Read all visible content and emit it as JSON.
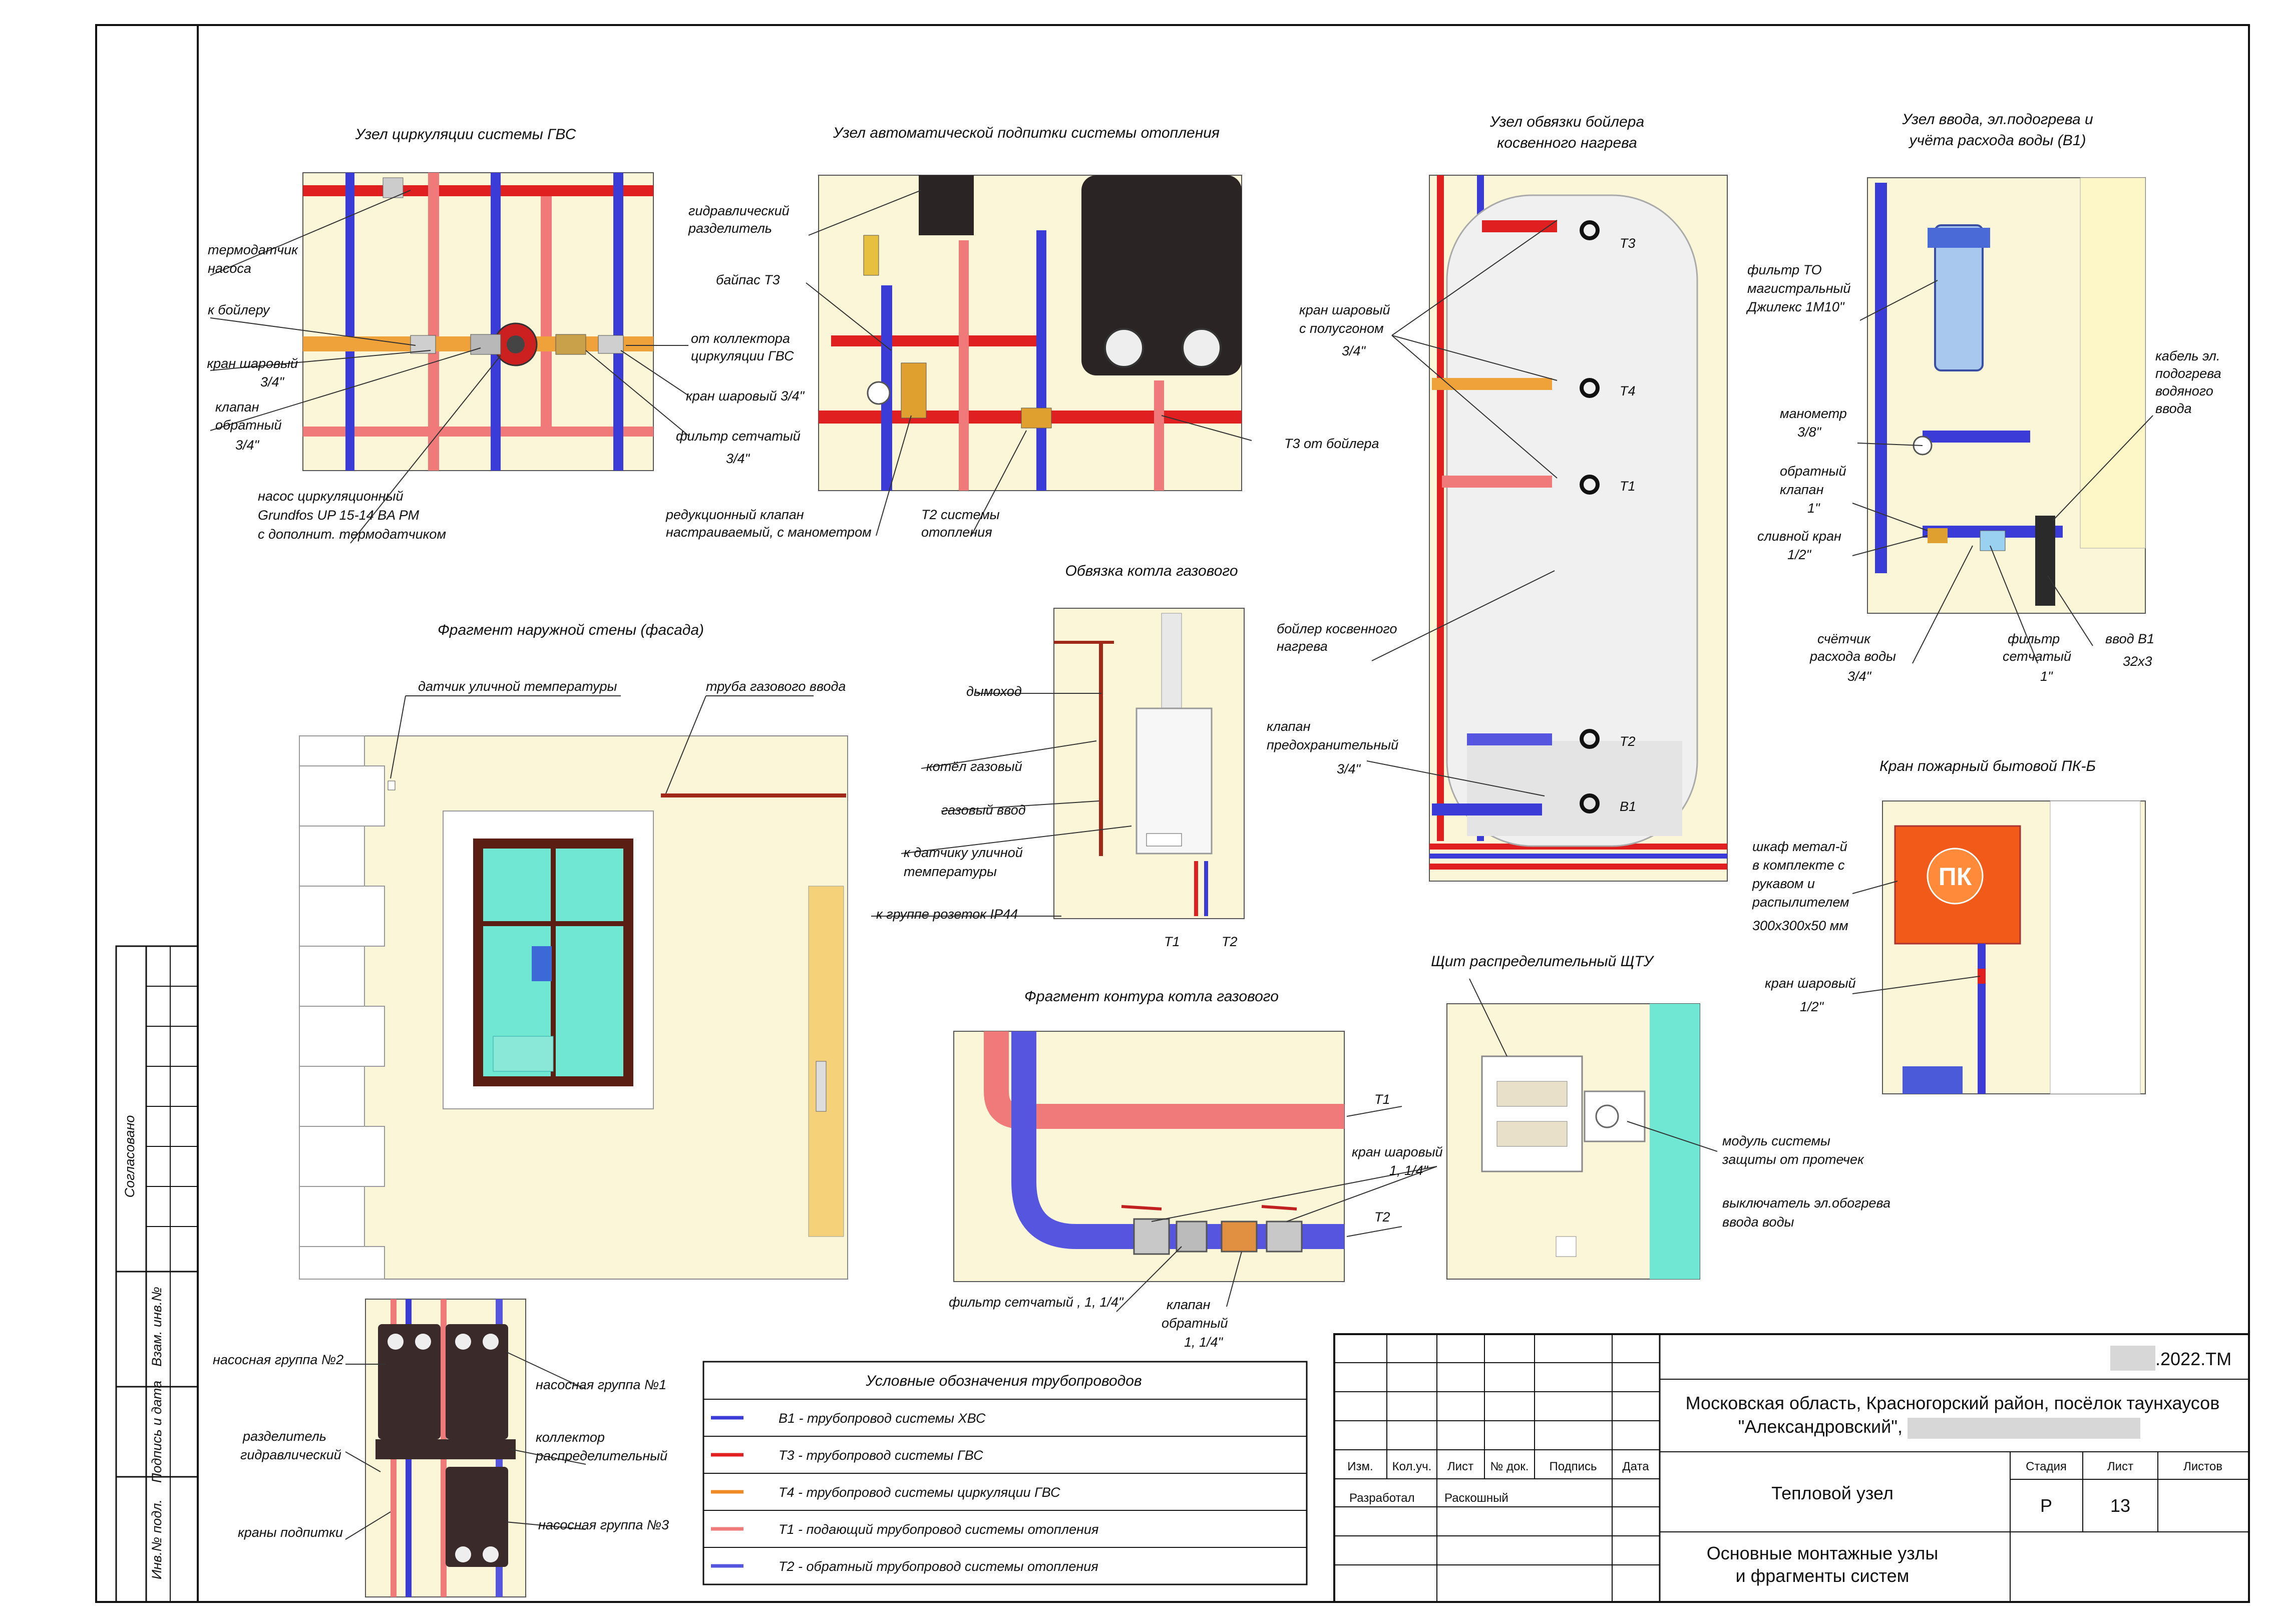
{
  "colors": {
    "cold_water": "#3b3bd8",
    "hot_water": "#e02020",
    "recirc": "#f08a25",
    "supply_heat": "#f07a7a",
    "return_heat": "#5555e0",
    "wall_yellow": "#fbf5c0",
    "boiler_white": "#f2f2f2",
    "cabinet_orange": "#f25a1a",
    "window_frame": "#5b1e12",
    "window_glass": "#6fe7d2"
  },
  "sheet": {
    "margin_label": "Согласовано",
    "side_stamp": [
      "Взам. инв.№",
      "Подпись и дата",
      "Инв.№ подл."
    ]
  },
  "sections": {
    "gvs": {
      "title": "Узел циркуляции системы ГВС",
      "labels": {
        "sensor": [
          "термодатчик",
          "насоса"
        ],
        "to_boiler": "к бойлеру",
        "ball_valve": [
          "кран шаровый",
          "3/4\""
        ],
        "check_valve": [
          "клапан",
          "обратный",
          "3/4\""
        ],
        "pump": [
          "насос циркуляционный",
          "Grundfos UP 15-14 BA PM",
          "с дополнит. термодатчиком"
        ],
        "from_collector": [
          "от коллектора",
          "циркуляции ГВС"
        ],
        "ball_valve_r": "кран шаровый 3/4\"",
        "filter": [
          "фильтр сетчатый",
          "3/4\""
        ]
      }
    },
    "makeup": {
      "title": "Узел автоматической подпитки системы отопления",
      "labels": {
        "separator": [
          "гидравлический",
          "разделитель"
        ],
        "bypass": "байпас Т3",
        "t3_boiler": "Т3 от бойлера",
        "reducer": [
          "редукционный клапан",
          "настраиваемый, с манометром"
        ],
        "t2": [
          "Т2 системы",
          "отопления"
        ]
      }
    },
    "boiler": {
      "title": [
        "Узел обвязки бойлера",
        "косвенного нагрева"
      ],
      "labels": {
        "ball_valve": [
          "кран шаровый",
          "с полусгоном",
          "3/4\""
        ],
        "boiler": [
          "бойлер косвенного",
          "нагрева"
        ],
        "safety": [
          "клапан",
          "предохранительный",
          "3/4\""
        ]
      },
      "ports": [
        "Т3",
        "Т4",
        "Т1",
        "Т2",
        "В1"
      ]
    },
    "inlet": {
      "title": [
        "Узел ввода, эл.подогрева и",
        "учёта расхода воды (В1)"
      ],
      "labels": {
        "filter": [
          "фильтр ТО",
          "магистральный",
          "Джилекс 1М10\""
        ],
        "cable": [
          "кабель эл.",
          "подогрева",
          "водяного",
          "ввода"
        ],
        "manometer": [
          "манометр",
          "3/8\""
        ],
        "check": [
          "обратный",
          "клапан",
          "1\""
        ],
        "drain": [
          "сливной кран",
          "1/2\""
        ],
        "meter": [
          "счётчик",
          "расхода воды",
          "3/4\""
        ],
        "strainer": [
          "фильтр",
          "сетчатый",
          "1\""
        ],
        "input": [
          "ввод В1",
          "32х3"
        ]
      }
    },
    "gas_boiler": {
      "title": "Обвязка котла газового",
      "labels": {
        "flue": "дымоход",
        "boiler": "котёл газовый",
        "gas_in": "газовый ввод",
        "sensor": [
          "к датчику уличной",
          "температуры"
        ],
        "sockets": "к группе розеток IP44",
        "t1": "Т1",
        "t2": "Т2"
      }
    },
    "facade": {
      "title": "Фрагмент наружной стены  (фасада)",
      "labels": {
        "sensor": "датчик уличной температуры",
        "gas_pipe": "труба газового ввода"
      }
    },
    "fire": {
      "title": "Кран пожарный бытовой ПК-Б",
      "labels": {
        "cabinet": [
          "шкаф метал-й",
          "в комплекте с",
          "рукавом и",
          "распылителем",
          "300х300х50 мм"
        ],
        "valve": [
          "кран шаровый",
          "1/2\""
        ]
      },
      "badge": "ПК"
    },
    "circuit": {
      "title": "Фрагмент контура котла газового",
      "labels": {
        "t1": "Т1",
        "ball": [
          "кран шаровый",
          "1, 1/4\""
        ],
        "t2": "Т2",
        "filter": "фильтр сетчатый , 1, 1/4\"",
        "check": [
          "клапан",
          "обратный",
          "1, 1/4\""
        ]
      }
    },
    "panel": {
      "title": "Щит распределительный ЩТУ",
      "labels": {
        "module": [
          "модуль системы",
          "защиты от протечек"
        ],
        "switch": [
          "выключатель эл.обогрева",
          "ввода воды"
        ]
      }
    },
    "pumps": {
      "labels": {
        "g2": "насосная группа №2",
        "g1": "насосная группа №1",
        "sep": [
          "разделитель",
          "гидравлический"
        ],
        "coll": [
          "коллектор",
          "распределительный"
        ],
        "fill": "краны подпитки",
        "g3": "насосная группа №3"
      }
    }
  },
  "legend": {
    "title": "Условные обозначения трубопроводов",
    "items": [
      {
        "text": "В1 - трубопровод системы ХВС",
        "color": "#3b3bd8"
      },
      {
        "text": "Т3 - трубопровод системы ГВС",
        "color": "#e02020"
      },
      {
        "text": "Т4 - трубопровод системы циркуляции ГВС",
        "color": "#f08a25"
      },
      {
        "text": "Т1 - подающий трубопровод системы отопления",
        "color": "#f07a7a"
      },
      {
        "text": "Т2 - обратный трубопровод системы отопления",
        "color": "#5555e0"
      }
    ]
  },
  "title_block": {
    "code": ".2022.ТМ",
    "address": [
      "Московская область, Красногорский район, посёлок таунхаусов",
      "\"Александровский\","
    ],
    "columns": [
      "Изм.",
      "Кол.уч.",
      "Лист",
      "№ док.",
      "Подпись",
      "Дата"
    ],
    "developed": "Разработал",
    "developer": "Раскошный",
    "project": "Тепловой узел",
    "sheet_title": [
      "Основные монтажные узлы",
      "и фрагменты систем"
    ],
    "stage_label": "Стадия",
    "sheet_label": "Лист",
    "sheets_label": "Листов",
    "stage": "Р",
    "sheet_no": "13"
  }
}
